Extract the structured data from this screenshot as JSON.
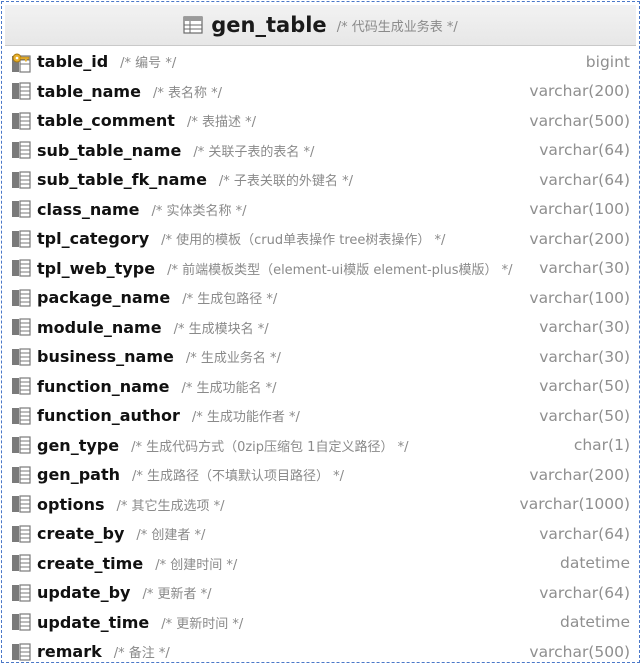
{
  "table": {
    "name": "gen_table",
    "comment": "/* 代码生成业务表 */"
  },
  "fields": [
    {
      "name": "table_id",
      "comment": "/* 编号 */",
      "type": "bigint",
      "pk": true
    },
    {
      "name": "table_name",
      "comment": "/* 表名称 */",
      "type": "varchar(200)"
    },
    {
      "name": "table_comment",
      "comment": "/* 表描述 */",
      "type": "varchar(500)"
    },
    {
      "name": "sub_table_name",
      "comment": "/* 关联子表的表名 */",
      "type": "varchar(64)"
    },
    {
      "name": "sub_table_fk_name",
      "comment": "/* 子表关联的外键名 */",
      "type": "varchar(64)"
    },
    {
      "name": "class_name",
      "comment": "/* 实体类名称 */",
      "type": "varchar(100)"
    },
    {
      "name": "tpl_category",
      "comment": "/* 使用的模板（crud单表操作 tree树表操作） */",
      "type": "varchar(200)"
    },
    {
      "name": "tpl_web_type",
      "comment": "/* 前端模板类型（element-ui模版 element-plus模版） */",
      "type": "varchar(30)"
    },
    {
      "name": "package_name",
      "comment": "/* 生成包路径 */",
      "type": "varchar(100)"
    },
    {
      "name": "module_name",
      "comment": "/* 生成模块名 */",
      "type": "varchar(30)"
    },
    {
      "name": "business_name",
      "comment": "/* 生成业务名 */",
      "type": "varchar(30)"
    },
    {
      "name": "function_name",
      "comment": "/* 生成功能名 */",
      "type": "varchar(50)"
    },
    {
      "name": "function_author",
      "comment": "/* 生成功能作者 */",
      "type": "varchar(50)"
    },
    {
      "name": "gen_type",
      "comment": "/* 生成代码方式（0zip压缩包 1自定义路径） */",
      "type": "char(1)"
    },
    {
      "name": "gen_path",
      "comment": "/* 生成路径（不填默认项目路径） */",
      "type": "varchar(200)"
    },
    {
      "name": "options",
      "comment": "/* 其它生成选项 */",
      "type": "varchar(1000)"
    },
    {
      "name": "create_by",
      "comment": "/* 创建者 */",
      "type": "varchar(64)"
    },
    {
      "name": "create_time",
      "comment": "/* 创建时间 */",
      "type": "datetime"
    },
    {
      "name": "update_by",
      "comment": "/* 更新者 */",
      "type": "varchar(64)"
    },
    {
      "name": "update_time",
      "comment": "/* 更新时间 */",
      "type": "datetime"
    },
    {
      "name": "remark",
      "comment": "/* 备注 */",
      "type": "varchar(500)"
    }
  ],
  "icons": {
    "table": "table-icon",
    "primary_key": "primary-key-icon",
    "column": "column-icon"
  }
}
